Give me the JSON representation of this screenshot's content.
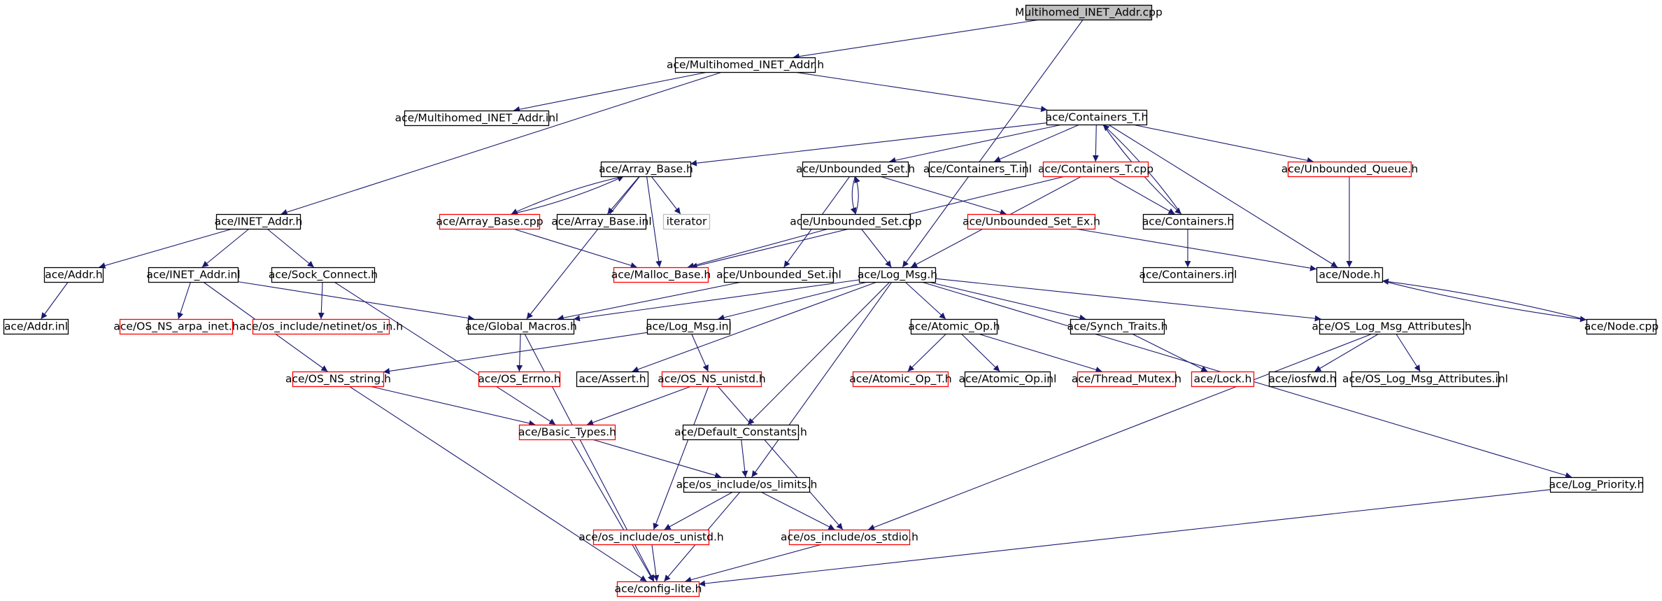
{
  "colors": {
    "edge": "#191970",
    "node_border_default": "#000000",
    "node_border_missing": "#ff0000",
    "node_border_external": "#bfbfbf",
    "root_fill": "#bfbfbf"
  },
  "nodes": {
    "root": {
      "label": "Multihomed_INET_Addr.cpp",
      "kind": "root"
    },
    "mh_h": {
      "label": "ace/Multihomed_INET_Addr.h",
      "kind": "normal"
    },
    "mh_inl": {
      "label": "ace/Multihomed_INET_Addr.inl",
      "kind": "normal"
    },
    "cont_t_h": {
      "label": "ace/Containers_T.h",
      "kind": "normal"
    },
    "array_base_h": {
      "label": "ace/Array_Base.h",
      "kind": "normal"
    },
    "unb_set_h": {
      "label": "ace/Unbounded_Set.h",
      "kind": "normal"
    },
    "cont_t_inl": {
      "label": "ace/Containers_T.inl",
      "kind": "normal"
    },
    "cont_t_cpp": {
      "label": "ace/Containers_T.cpp",
      "kind": "missing"
    },
    "unb_queue_h": {
      "label": "ace/Unbounded_Queue.h",
      "kind": "missing"
    },
    "inet_addr_h": {
      "label": "ace/INET_Addr.h",
      "kind": "normal"
    },
    "array_base_cpp": {
      "label": "ace/Array_Base.cpp",
      "kind": "missing"
    },
    "array_base_inl": {
      "label": "ace/Array_Base.inl",
      "kind": "normal"
    },
    "iterator": {
      "label": "iterator",
      "kind": "external"
    },
    "unb_set_cpp": {
      "label": "ace/Unbounded_Set.cpp",
      "kind": "normal"
    },
    "unb_set_ex_h": {
      "label": "ace/Unbounded_Set_Ex.h",
      "kind": "missing"
    },
    "containers_h": {
      "label": "ace/Containers.h",
      "kind": "normal"
    },
    "addr_h": {
      "label": "ace/Addr.h",
      "kind": "normal"
    },
    "inet_addr_inl": {
      "label": "ace/INET_Addr.inl",
      "kind": "normal"
    },
    "sock_connect_h": {
      "label": "ace/Sock_Connect.h",
      "kind": "normal"
    },
    "malloc_base_h": {
      "label": "ace/Malloc_Base.h",
      "kind": "missing"
    },
    "unb_set_inl": {
      "label": "ace/Unbounded_Set.inl",
      "kind": "normal"
    },
    "log_msg_h": {
      "label": "ace/Log_Msg.h",
      "kind": "normal"
    },
    "containers_inl": {
      "label": "ace/Containers.inl",
      "kind": "normal"
    },
    "node_h": {
      "label": "ace/Node.h",
      "kind": "normal"
    },
    "addr_inl": {
      "label": "ace/Addr.inl",
      "kind": "normal"
    },
    "os_ns_arpa_inet_h": {
      "label": "ace/OS_NS_arpa_inet.h",
      "kind": "missing"
    },
    "os_in_h": {
      "label": "ace/os_include/netinet/os_in.h",
      "kind": "missing"
    },
    "global_macros_h": {
      "label": "ace/Global_Macros.h",
      "kind": "normal"
    },
    "log_msg_inl": {
      "label": "ace/Log_Msg.inl",
      "kind": "normal"
    },
    "atomic_op_h": {
      "label": "ace/Atomic_Op.h",
      "kind": "normal"
    },
    "synch_traits_h": {
      "label": "ace/Synch_Traits.h",
      "kind": "normal"
    },
    "os_log_msg_attr_h": {
      "label": "ace/OS_Log_Msg_Attributes.h",
      "kind": "normal"
    },
    "node_cpp": {
      "label": "ace/Node.cpp",
      "kind": "normal"
    },
    "os_ns_string_h": {
      "label": "ace/OS_NS_string.h",
      "kind": "missing"
    },
    "os_errno_h": {
      "label": "ace/OS_Errno.h",
      "kind": "missing"
    },
    "assert_h": {
      "label": "ace/Assert.h",
      "kind": "normal"
    },
    "os_ns_unistd_h": {
      "label": "ace/OS_NS_unistd.h",
      "kind": "missing"
    },
    "atomic_op_t_h": {
      "label": "ace/Atomic_Op_T.h",
      "kind": "missing"
    },
    "atomic_op_inl": {
      "label": "ace/Atomic_Op.inl",
      "kind": "normal"
    },
    "thread_mutex_h": {
      "label": "ace/Thread_Mutex.h",
      "kind": "missing"
    },
    "lock_h": {
      "label": "ace/Lock.h",
      "kind": "missing"
    },
    "iosfwd_h": {
      "label": "ace/iosfwd.h",
      "kind": "normal"
    },
    "os_log_msg_attr_inl": {
      "label": "ace/OS_Log_Msg_Attributes.inl",
      "kind": "normal"
    },
    "basic_types_h": {
      "label": "ace/Basic_Types.h",
      "kind": "missing"
    },
    "default_constants_h": {
      "label": "ace/Default_Constants.h",
      "kind": "normal"
    },
    "os_limits_h": {
      "label": "ace/os_include/os_limits.h",
      "kind": "normal"
    },
    "log_priority_h": {
      "label": "ace/Log_Priority.h",
      "kind": "normal"
    },
    "os_unistd_h": {
      "label": "ace/os_include/os_unistd.h",
      "kind": "missing"
    },
    "os_stdio_h": {
      "label": "ace/os_include/os_stdio.h",
      "kind": "missing"
    },
    "config_lite_h": {
      "label": "ace/config-lite.h",
      "kind": "missing"
    }
  },
  "edges": [
    [
      "root",
      "mh_h"
    ],
    [
      "root",
      "log_msg_h"
    ],
    [
      "mh_h",
      "mh_inl"
    ],
    [
      "mh_h",
      "cont_t_h"
    ],
    [
      "mh_h",
      "inet_addr_h"
    ],
    [
      "cont_t_h",
      "array_base_h"
    ],
    [
      "cont_t_h",
      "unb_set_h"
    ],
    [
      "cont_t_h",
      "cont_t_inl"
    ],
    [
      "cont_t_h",
      "cont_t_cpp"
    ],
    [
      "cont_t_h",
      "unb_queue_h"
    ],
    [
      "cont_t_h",
      "containers_h"
    ],
    [
      "cont_t_h",
      "node_h"
    ],
    [
      "array_base_h",
      "array_base_cpp"
    ],
    [
      "array_base_h",
      "array_base_inl"
    ],
    [
      "array_base_h",
      "iterator"
    ],
    [
      "array_base_h",
      "malloc_base_h"
    ],
    [
      "array_base_h",
      "global_macros_h"
    ],
    [
      "array_base_cpp",
      "array_base_h"
    ],
    [
      "array_base_cpp",
      "malloc_base_h"
    ],
    [
      "unb_set_h",
      "unb_set_cpp"
    ],
    [
      "unb_set_h",
      "unb_set_ex_h"
    ],
    [
      "unb_set_h",
      "unb_set_inl"
    ],
    [
      "unb_set_cpp",
      "unb_set_h"
    ],
    [
      "unb_set_cpp",
      "malloc_base_h"
    ],
    [
      "unb_set_cpp",
      "log_msg_h"
    ],
    [
      "cont_t_cpp",
      "containers_h"
    ],
    [
      "cont_t_cpp",
      "malloc_base_h"
    ],
    [
      "cont_t_cpp",
      "log_msg_h"
    ],
    [
      "containers_h",
      "cont_t_h"
    ],
    [
      "containers_h",
      "containers_inl"
    ],
    [
      "unb_set_ex_h",
      "node_h"
    ],
    [
      "unb_queue_h",
      "node_h"
    ],
    [
      "node_h",
      "node_cpp"
    ],
    [
      "node_cpp",
      "node_h"
    ],
    [
      "inet_addr_h",
      "addr_h"
    ],
    [
      "inet_addr_h",
      "inet_addr_inl"
    ],
    [
      "inet_addr_h",
      "sock_connect_h"
    ],
    [
      "addr_h",
      "addr_inl"
    ],
    [
      "inet_addr_inl",
      "os_ns_arpa_inet_h"
    ],
    [
      "inet_addr_inl",
      "global_macros_h"
    ],
    [
      "inet_addr_inl",
      "os_ns_string_h"
    ],
    [
      "sock_connect_h",
      "os_in_h"
    ],
    [
      "sock_connect_h",
      "basic_types_h"
    ],
    [
      "unb_set_inl",
      "global_macros_h"
    ],
    [
      "log_msg_h",
      "global_macros_h"
    ],
    [
      "log_msg_h",
      "log_msg_inl"
    ],
    [
      "log_msg_h",
      "assert_h"
    ],
    [
      "log_msg_h",
      "atomic_op_h"
    ],
    [
      "log_msg_h",
      "synch_traits_h"
    ],
    [
      "log_msg_h",
      "os_log_msg_attr_h"
    ],
    [
      "log_msg_h",
      "default_constants_h"
    ],
    [
      "log_msg_h",
      "os_limits_h"
    ],
    [
      "log_msg_h",
      "log_priority_h"
    ],
    [
      "global_macros_h",
      "os_errno_h"
    ],
    [
      "global_macros_h",
      "config_lite_h"
    ],
    [
      "log_msg_inl",
      "os_ns_string_h"
    ],
    [
      "log_msg_inl",
      "os_ns_unistd_h"
    ],
    [
      "atomic_op_h",
      "atomic_op_t_h"
    ],
    [
      "atomic_op_h",
      "atomic_op_inl"
    ],
    [
      "atomic_op_h",
      "thread_mutex_h"
    ],
    [
      "synch_traits_h",
      "lock_h"
    ],
    [
      "os_log_msg_attr_h",
      "iosfwd_h"
    ],
    [
      "os_log_msg_attr_h",
      "os_log_msg_attr_inl"
    ],
    [
      "os_log_msg_attr_h",
      "os_stdio_h"
    ],
    [
      "os_ns_string_h",
      "basic_types_h"
    ],
    [
      "os_ns_string_h",
      "config_lite_h"
    ],
    [
      "os_ns_unistd_h",
      "basic_types_h"
    ],
    [
      "os_ns_unistd_h",
      "os_unistd_h"
    ],
    [
      "os_ns_unistd_h",
      "os_stdio_h"
    ],
    [
      "basic_types_h",
      "os_limits_h"
    ],
    [
      "basic_types_h",
      "config_lite_h"
    ],
    [
      "default_constants_h",
      "os_limits_h"
    ],
    [
      "os_limits_h",
      "os_unistd_h"
    ],
    [
      "os_limits_h",
      "os_stdio_h"
    ],
    [
      "os_limits_h",
      "config_lite_h"
    ],
    [
      "os_unistd_h",
      "config_lite_h"
    ],
    [
      "os_stdio_h",
      "config_lite_h"
    ],
    [
      "log_priority_h",
      "config_lite_h"
    ]
  ]
}
